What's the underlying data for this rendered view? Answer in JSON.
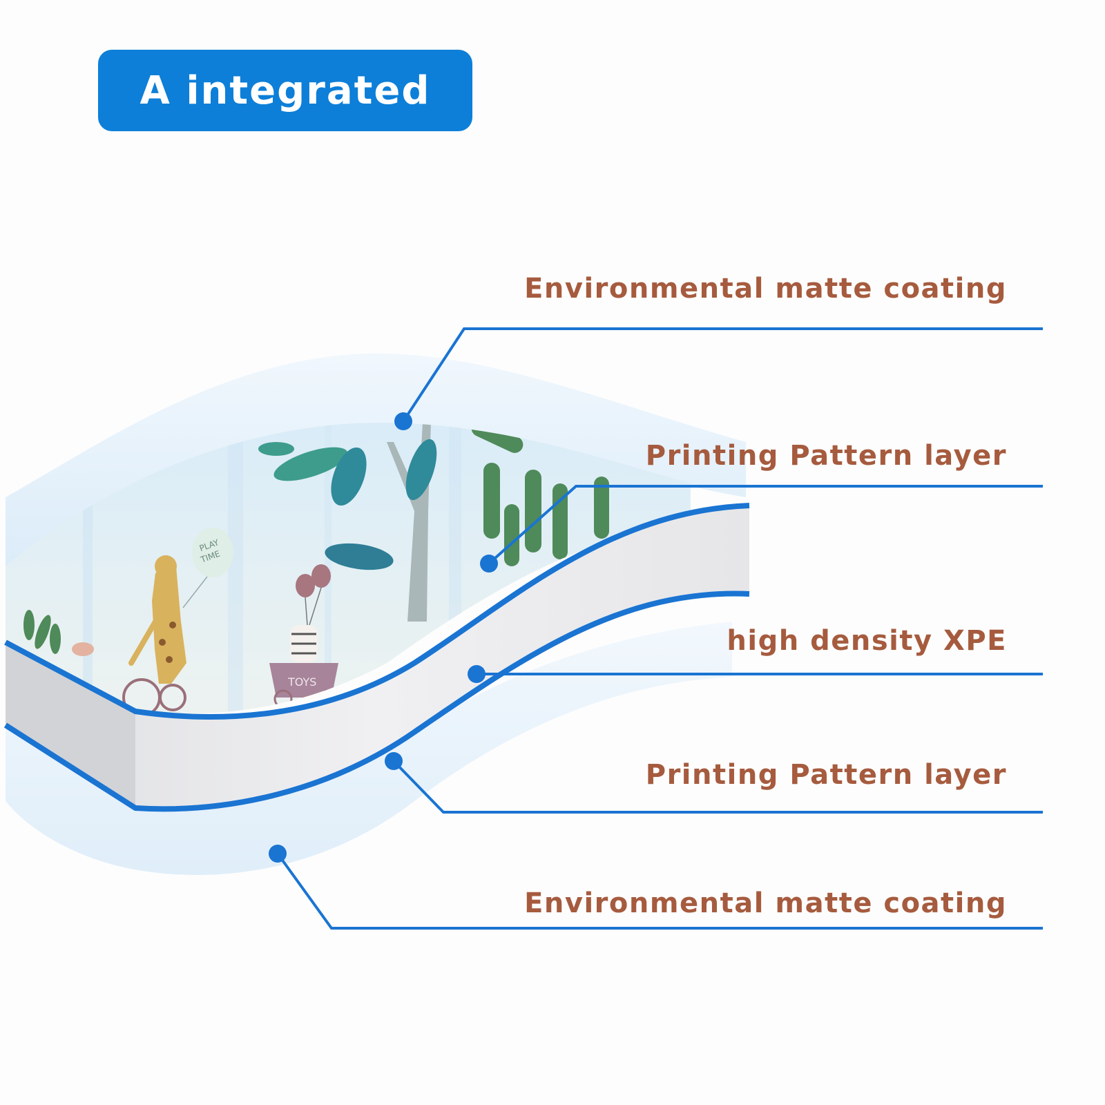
{
  "title": "A integrated",
  "colors": {
    "title_bg": "#0d7fd8",
    "title_text": "#ffffff",
    "label_text": "#a65b3e",
    "leader_line": "#1a74d2",
    "outline": "#1a74d2",
    "core_fill": "#e8e8ea",
    "coating_fill": "#dcecf8"
  },
  "layers": [
    {
      "label": "Environmental matte coating"
    },
    {
      "label": "Printing Pattern layer"
    },
    {
      "label": "high density XPE"
    },
    {
      "label": "Printing Pattern layer"
    },
    {
      "label": "Environmental matte coating"
    }
  ],
  "illustration": {
    "toys_sign": "TOYS",
    "balloon_text": "PLAY TIME"
  }
}
